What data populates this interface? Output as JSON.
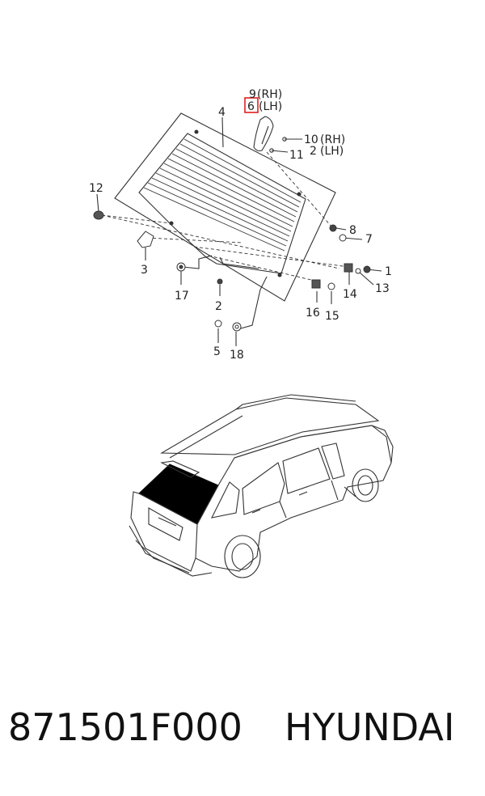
{
  "labels": {
    "l1": "1",
    "l2a": "2",
    "l2b": "2",
    "lh2": "(LH)",
    "l3": "3",
    "l4": "4",
    "l5": "5",
    "l6": "6",
    "lh6": "(LH)",
    "l7": "7",
    "l8": "8",
    "l9": "9",
    "rh9": "(RH)",
    "l10": "10",
    "rh10": "(RH)",
    "l11": "11",
    "l12": "12",
    "l13": "13",
    "l14": "14",
    "l15": "15",
    "l16": "16",
    "l17": "17",
    "l18": "18"
  },
  "caption": {
    "part_number": "871501F000",
    "brand": "HYUNDAI"
  },
  "colors": {
    "line": "#333333",
    "highlight": "#e02020",
    "glass_fill": "#000000"
  }
}
